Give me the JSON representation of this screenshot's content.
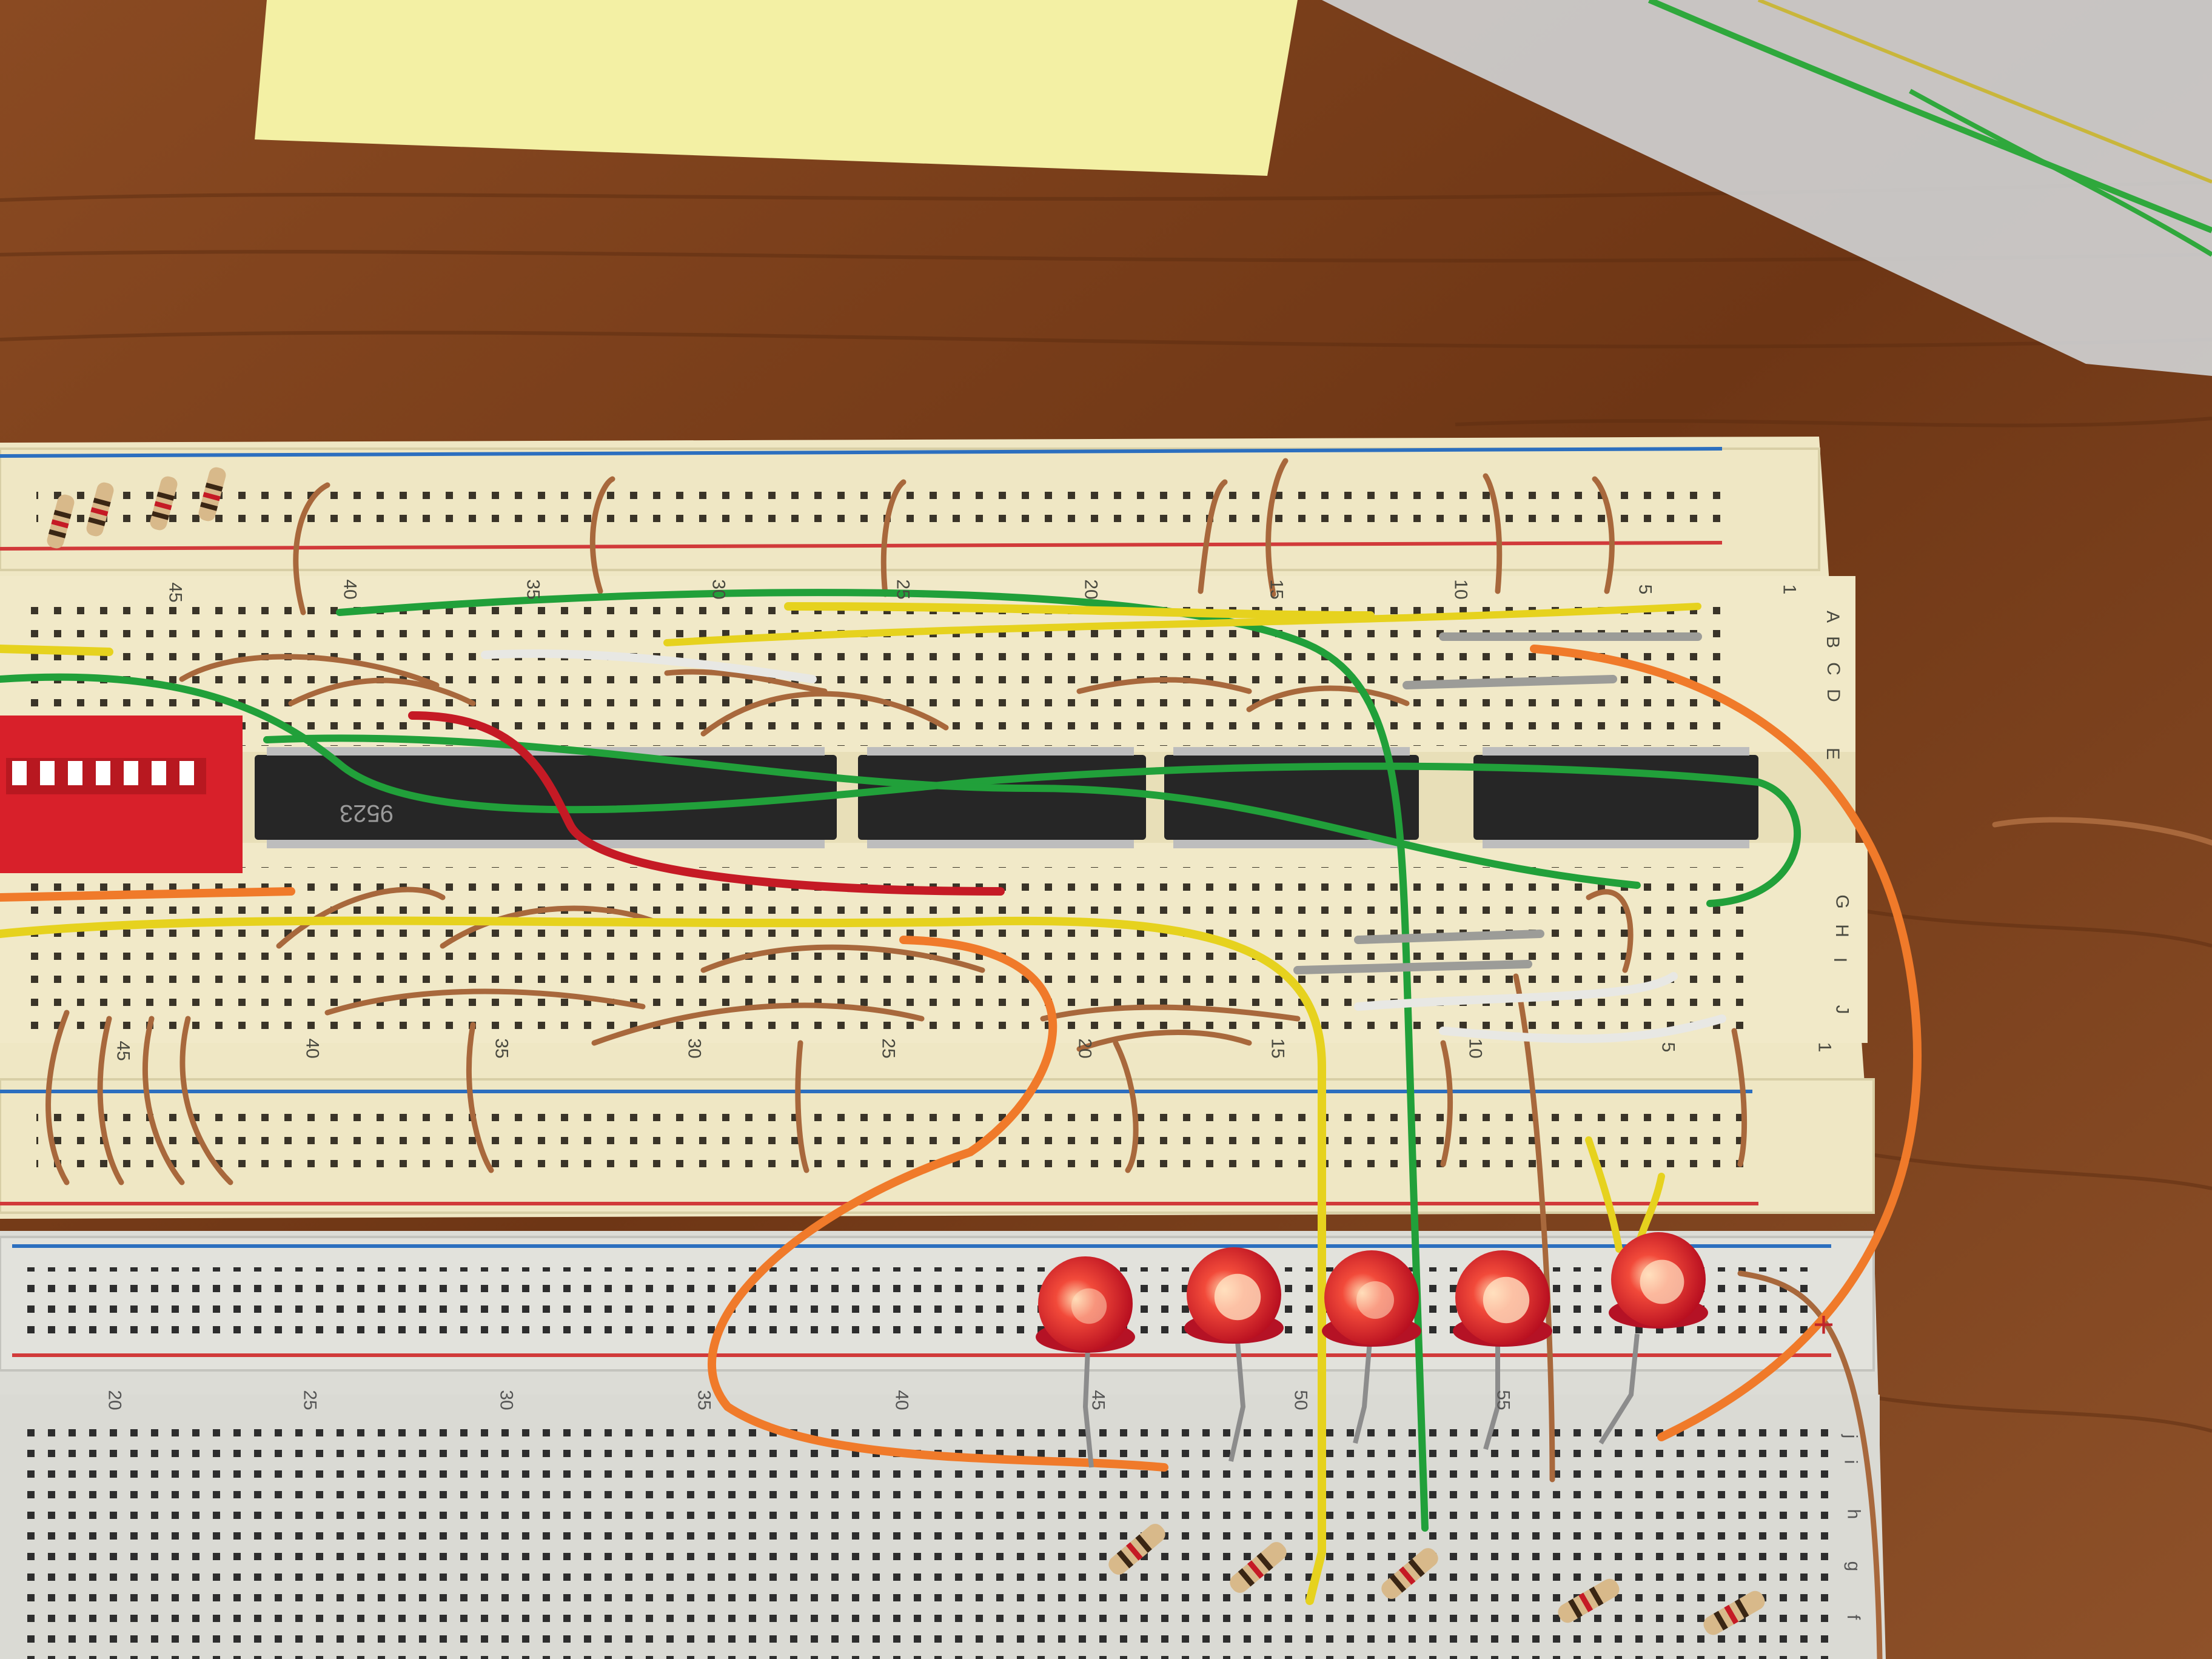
{
  "top_board": {
    "column_numbers_upper": [
      "40",
      "35",
      "30",
      "25",
      "20",
      "15",
      "10",
      "5",
      "1"
    ],
    "column_numbers_lower": [
      "45",
      "40",
      "35",
      "30",
      "25",
      "20",
      "15",
      "10",
      "5",
      "1"
    ],
    "left_offboard_number_upper": "45",
    "row_letters_upper": [
      "A",
      "B",
      "C",
      "D",
      "E"
    ],
    "row_letters_lower": [
      "G",
      "H",
      "I",
      "J"
    ],
    "chip_marking": "9523"
  },
  "bottom_board": {
    "column_numbers": [
      "20",
      "25",
      "30",
      "35",
      "40",
      "45",
      "50",
      "55"
    ],
    "row_letters": [
      "j",
      "i",
      "h",
      "g",
      "f"
    ],
    "rail_plus": "+"
  },
  "colors": {
    "wood": "#7a3f1d",
    "breadboard_cream": "#efe7c4",
    "breadboard_white": "#dcdcd6",
    "chip": "#262626",
    "dip_switch": "#d8202a",
    "led_red": "#e0142a",
    "wire_green": "#21a03a",
    "wire_yellow": "#e6d21e",
    "wire_orange": "#f07a2a",
    "wire_red": "#c51a25",
    "wire_white": "#e8e8e4",
    "wire_gray": "#9c9c98",
    "jumper_copper": "#a8683c",
    "sticky_note": "#f3f0a4",
    "rail_red": "#d13a3a",
    "rail_blue": "#2c6fbf"
  },
  "leds": [
    {
      "name": "led-1",
      "level": 0.4
    },
    {
      "name": "led-2",
      "level": 0.9
    },
    {
      "name": "led-3",
      "level": 0.5
    },
    {
      "name": "led-4",
      "level": 0.9
    },
    {
      "name": "led-5",
      "level": 0.8
    }
  ]
}
